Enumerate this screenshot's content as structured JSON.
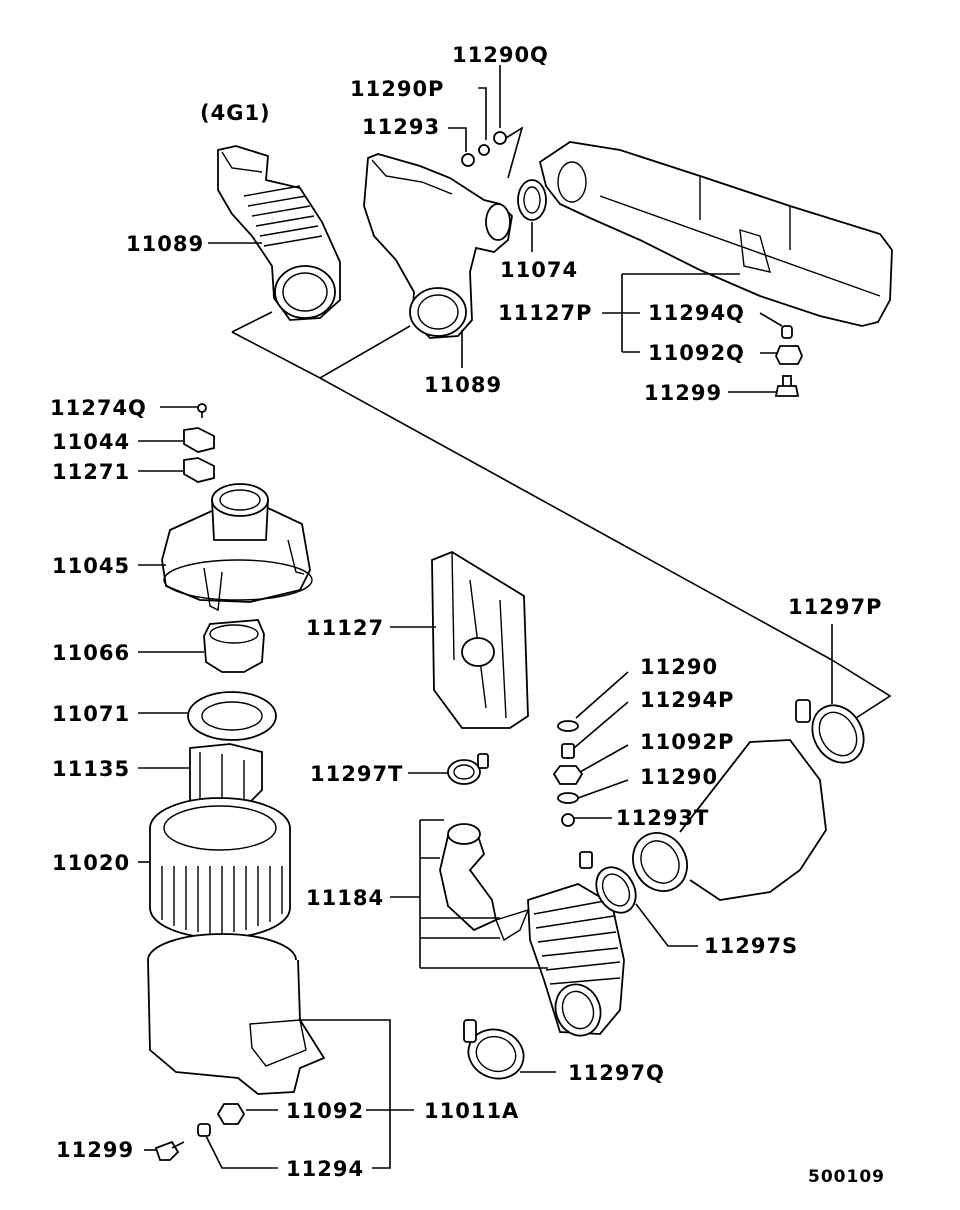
{
  "variant_label": "(4G1)",
  "diagram_code": "500109",
  "labels": {
    "p11290Q": "11290Q",
    "p11290P": "11290P",
    "p11293": "11293",
    "p11089a": "11089",
    "p11074": "11074",
    "p11127P": "11127P",
    "p11294Q": "11294Q",
    "p11092Q": "11092Q",
    "p11089b": "11089",
    "p11299a": "11299",
    "p11274Q": "11274Q",
    "p11044": "11044",
    "p11271": "11271",
    "p11045": "11045",
    "p11127": "11127",
    "p11297P": "11297P",
    "p11066": "11066",
    "p11290a": "11290",
    "p11294P": "11294P",
    "p11071": "11071",
    "p11092P": "11092P",
    "p11135": "11135",
    "p11297T": "11297T",
    "p11290b": "11290",
    "p11293T": "11293T",
    "p11020": "11020",
    "p11184": "11184",
    "p11297S": "11297S",
    "p11297Q": "11297Q",
    "p11092": "11092",
    "p11011A": "11011A",
    "p11299b": "11299",
    "p11294": "11294"
  }
}
